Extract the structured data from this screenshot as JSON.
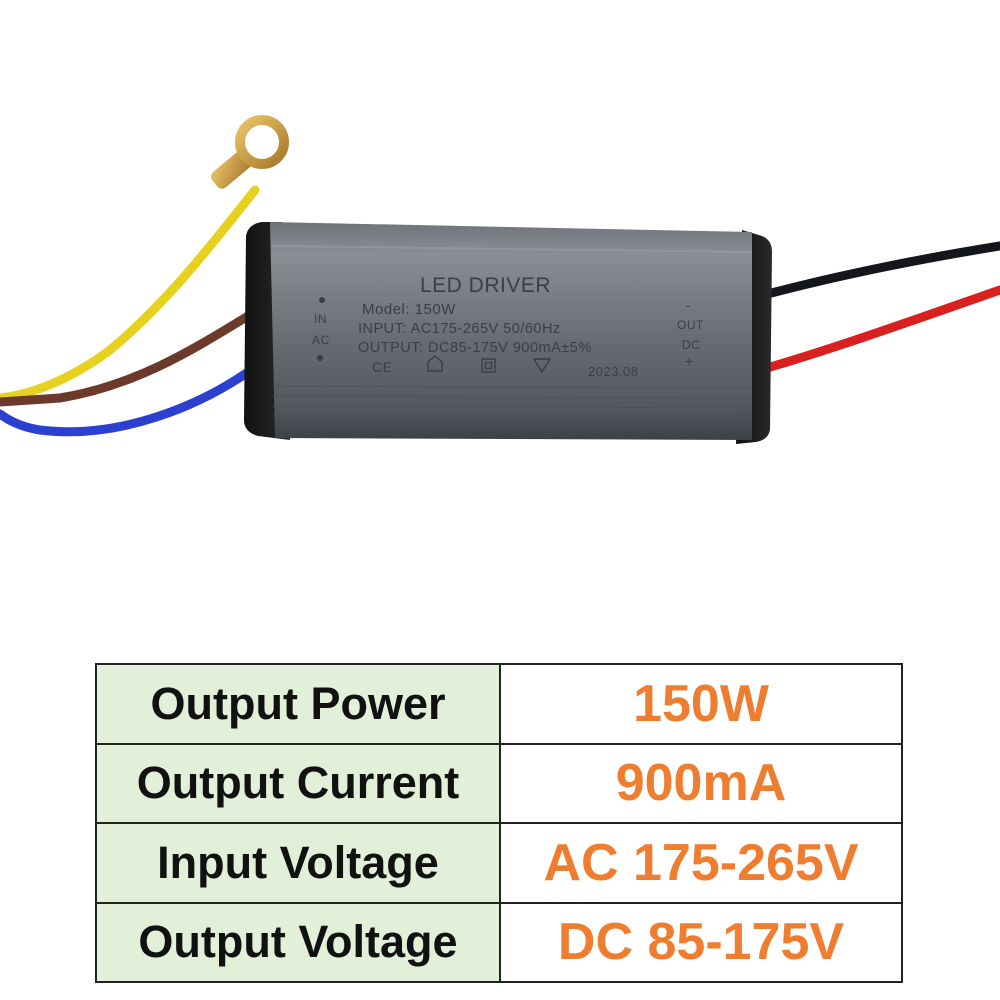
{
  "product": {
    "casing_title": "LED DRIVER",
    "model_line": "Model: 150W",
    "input_line": "INPUT: AC175-265V 50/60Hz",
    "output_line": "OUTPUT: DC85-175V 900mA±5%",
    "date_code": "2023.08",
    "in_label": "IN",
    "ac_label": "AC",
    "out_label": "OUT",
    "dc_label": "DC",
    "minus_sign": "-",
    "plus_sign": "+",
    "ce_mark": "CE",
    "casing_color": "#5d6167",
    "wire_colors": {
      "ground": "#e6d21e",
      "live": "#6b3a2a",
      "neutral": "#2b3fd0",
      "negative": "#15161c",
      "positive": "#d8201f"
    }
  },
  "spec_table": {
    "rows": [
      {
        "label": "Output Power",
        "value": "150W"
      },
      {
        "label": "Output Current",
        "value": "900mA"
      },
      {
        "label": "Input Voltage",
        "value": "AC 175-265V"
      },
      {
        "label": "Output Voltage",
        "value": "DC 85-175V"
      }
    ],
    "label_bg": "#e2efd9",
    "value_color": "#ef7d2f"
  }
}
